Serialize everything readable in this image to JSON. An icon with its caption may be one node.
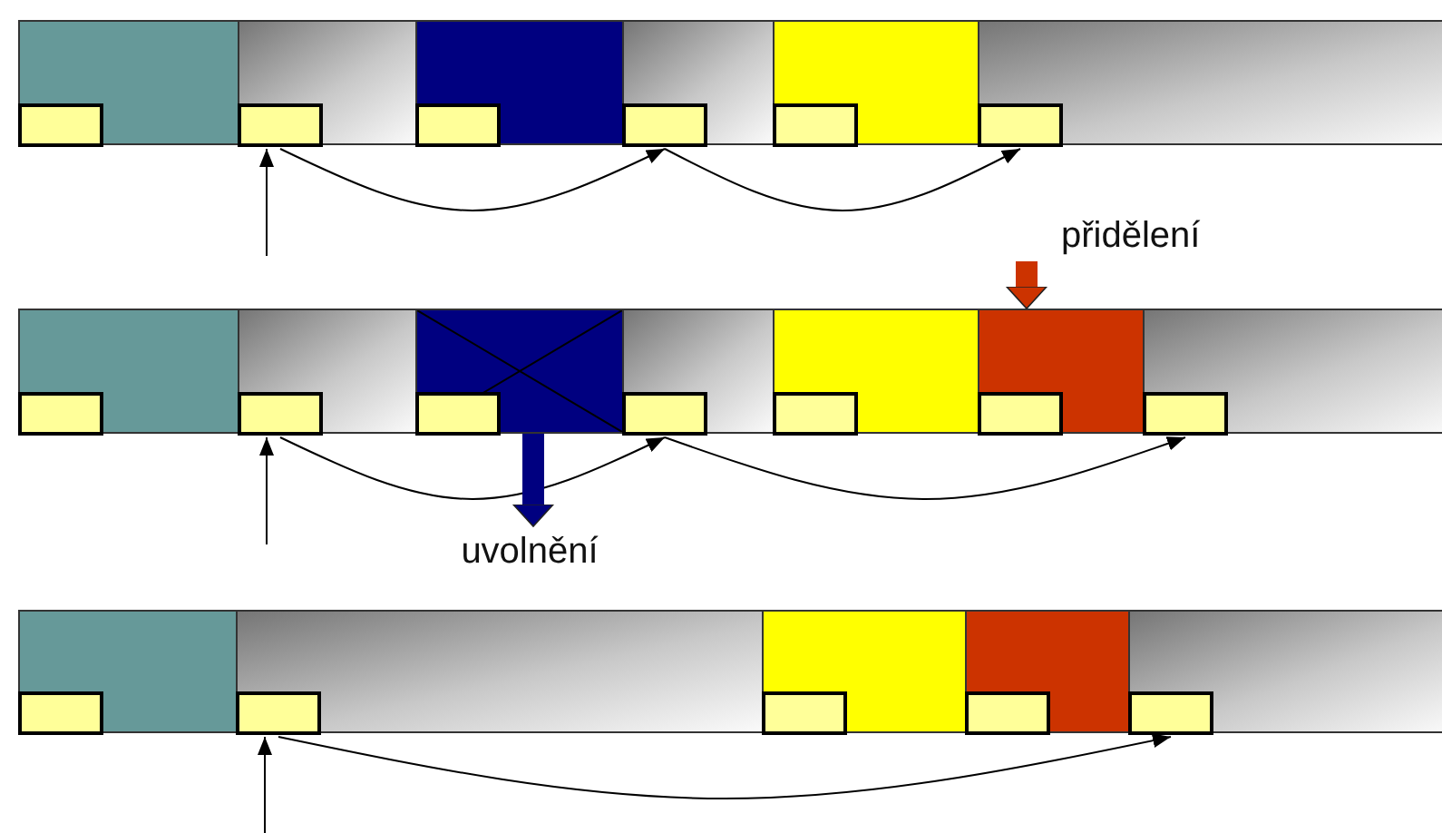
{
  "diagram": {
    "nodes": [
      {
        "text": [],
        "shape": "box"
      },
      {
        "text": [],
        "shape": "box",
        "in": 0
      },
      {
        "text": [],
        "shape": "box"
      },
      {
        "text": [],
        "shape": "box",
        "in": 2
      },
      {
        "text": [],
        "shape": "box"
      },
      {
        "text": [],
        "shape": "box",
        "in": 4
      },
      {
        "text": [],
        "shape": "box"
      },
      {
        "text": [],
        "shape": "box",
        "in": 6
      },
      {
        "text": [],
        "shape": "box"
      },
      {
        "text": [],
        "shape": "box",
        "in": 8
      },
      {
        "text": [],
        "shape": "box"
      },
      {
        "text": [],
        "shape": "box",
        "in": 10
      },
      {
        "text": [
          "přidělení"
        ]
      },
      {
        "text": [],
        "shape": "box"
      },
      {
        "text": [],
        "shape": "box",
        "in": 13
      },
      {
        "text": [],
        "shape": "box"
      },
      {
        "text": [],
        "shape": "box",
        "in": 15
      },
      {
        "text": [],
        "shape": "box"
      },
      {
        "text": [],
        "shape": "box",
        "in": 17
      },
      {
        "text": [],
        "shape": "box"
      },
      {
        "text": [],
        "shape": "box",
        "in": 19
      },
      {
        "text": [],
        "shape": "box"
      },
      {
        "text": [],
        "shape": "box",
        "in": 21
      },
      {
        "text": [],
        "shape": "box"
      },
      {
        "text": [],
        "shape": "box",
        "in": 23
      },
      {
        "text": [],
        "shape": "box"
      },
      {
        "text": [],
        "shape": "box",
        "in": 25
      },
      {
        "text": [
          "uvolnění"
        ]
      },
      {
        "text": [],
        "shape": "box"
      },
      {
        "text": [],
        "shape": "box",
        "in": 28
      },
      {
        "text": [],
        "shape": "box"
      },
      {
        "text": [],
        "shape": "box",
        "in": 30
      },
      {
        "text": [],
        "shape": "box"
      },
      {
        "text": [],
        "shape": "box",
        "in": 32
      },
      {
        "text": [],
        "shape": "box"
      },
      {
        "text": [],
        "shape": "box",
        "in": 34
      },
      {
        "text": [],
        "shape": "box"
      },
      {
        "text": [],
        "shape": "box",
        "in": 36
      }
    ],
    "edges": [
      {
        "from": null,
        "to": 3,
        "arrow": "to"
      },
      {
        "from": 3,
        "to": 7,
        "arrow": "to"
      },
      {
        "from": 7,
        "to": 11,
        "arrow": "to"
      },
      {
        "from": 12,
        "to": 23,
        "arrow": "to",
        "style": "thick",
        "color": "#cc3300"
      },
      {
        "from": null,
        "to": 16,
        "arrow": "to"
      },
      {
        "from": 16,
        "to": 20,
        "arrow": "to"
      },
      {
        "from": 20,
        "to": 26,
        "arrow": "to"
      },
      {
        "from": 17,
        "to": 27,
        "arrow": "to",
        "style": "thick",
        "color": "#000080"
      },
      {
        "from": null,
        "to": 31,
        "arrow": "to"
      },
      {
        "from": 31,
        "to": 37,
        "arrow": "to"
      }
    ]
  }
}
